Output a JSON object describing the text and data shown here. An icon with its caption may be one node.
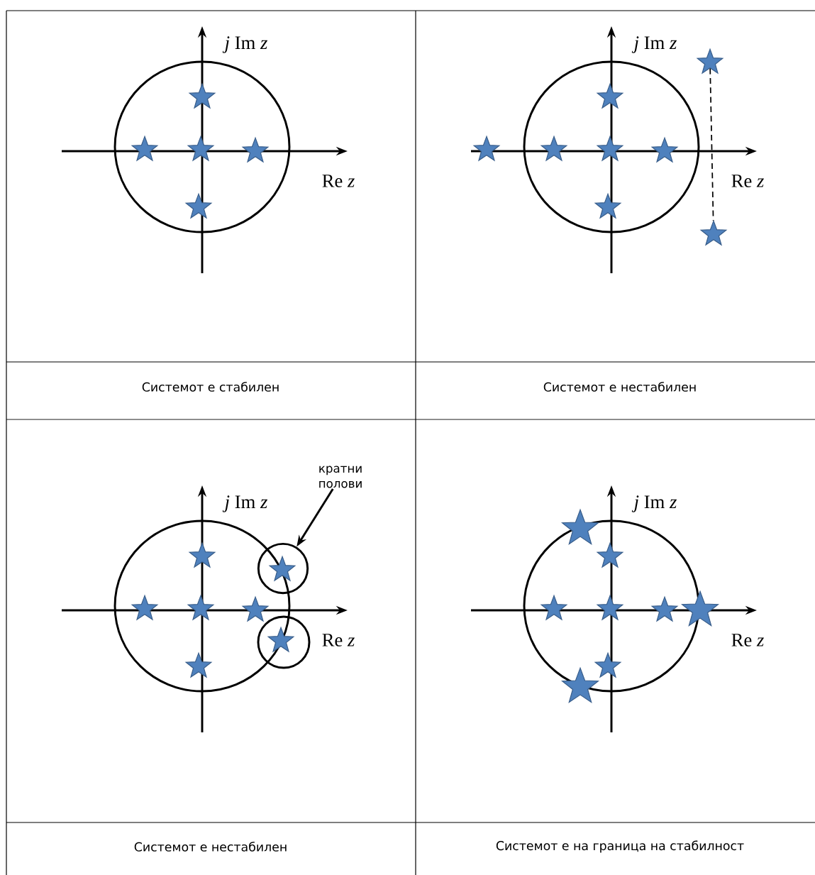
{
  "diagram": {
    "nodes": [
      {
        "text": [
          "кратни полови"
        ]
      },
      {
        "text": [],
        "shape": "circle"
      },
      {
        "text": [],
        "shape": "circle"
      },
      {
        "text": [],
        "shape": "star"
      },
      {
        "text": [],
        "shape": "star"
      },
      {
        "text": [],
        "shape": "star"
      },
      {
        "text": [],
        "shape": "star"
      },
      {
        "text": [],
        "shape": "star"
      },
      {
        "text": [],
        "shape": "star"
      },
      {
        "text": [],
        "shape": "star"
      },
      {
        "text": [],
        "shape": "star"
      },
      {
        "text": [],
        "shape": "star"
      },
      {
        "text": [],
        "shape": "star"
      },
      {
        "text": [],
        "shape": "star"
      },
      {
        "text": [],
        "shape": "star"
      },
      {
        "text": [],
        "shape": "star"
      },
      {
        "text": [],
        "shape": "star"
      },
      {
        "text": [],
        "shape": "star",
        "in": 1
      },
      {
        "text": [],
        "shape": "star"
      },
      {
        "text": [],
        "shape": "star"
      },
      {
        "text": [],
        "shape": "star"
      },
      {
        "text": [],
        "shape": "star",
        "in": 2
      },
      {
        "text": [],
        "shape": "star"
      },
      {
        "text": [],
        "shape": "star"
      },
      {
        "text": [],
        "shape": "star"
      },
      {
        "text": [],
        "shape": "star"
      },
      {
        "text": [],
        "shape": "star"
      },
      {
        "text": [],
        "shape": "star"
      },
      {
        "text": [],
        "shape": "star"
      },
      {
        "text": [],
        "shape": "star"
      },
      {
        "text": [],
        "shape": "star"
      }
    ],
    "edges": [
      {
        "from": 0,
        "to": 1,
        "arrow": "to"
      },
      {
        "from": 8,
        "to": 15,
        "arrow": "none",
        "style": "dashed"
      }
    ],
    "labels": [
      "*j* Im *z*",
      "*j* Im *z*",
      "Re *z*",
      "Re *z*",
      "Системот е стабилен",
      "Системот е нестабилен",
      "*j* Im *z*",
      "*j* Im *z*",
      "Re *z*",
      "Re *z*",
      "Системот е нестабилен",
      "Системот е на граница на стабилност"
    ]
  }
}
